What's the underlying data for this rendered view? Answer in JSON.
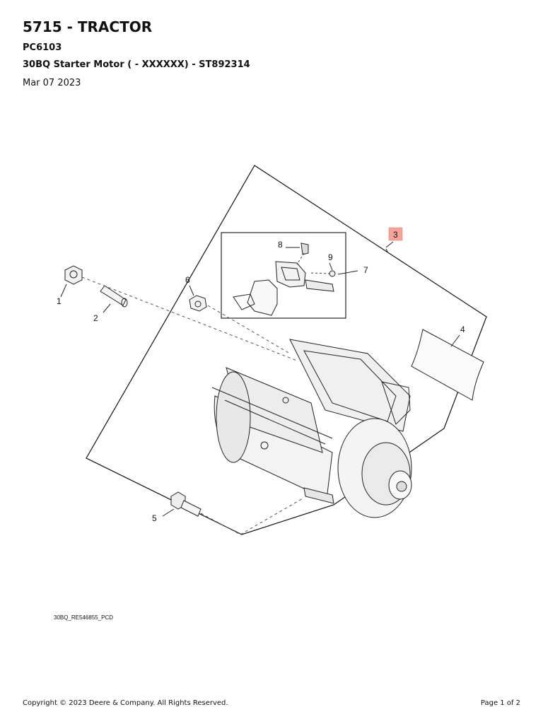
{
  "document": {
    "model": "5715 - TRACTOR",
    "page_code": "PC6103",
    "description": "30BQ Starter Motor ( - XXXXXX) - ST892314",
    "date": "Mar 07 2023"
  },
  "diagram": {
    "callouts": [
      "1",
      "2",
      "3",
      "4",
      "5",
      "6",
      "7",
      "8",
      "9"
    ],
    "highlight_color": "#f4a49a",
    "image_code": "30BQ_RE546855_PCD"
  },
  "footer": {
    "copyright": "Copyright © 2023 Deere & Company. All Rights Reserved.",
    "page": "Page 1 of 2"
  }
}
